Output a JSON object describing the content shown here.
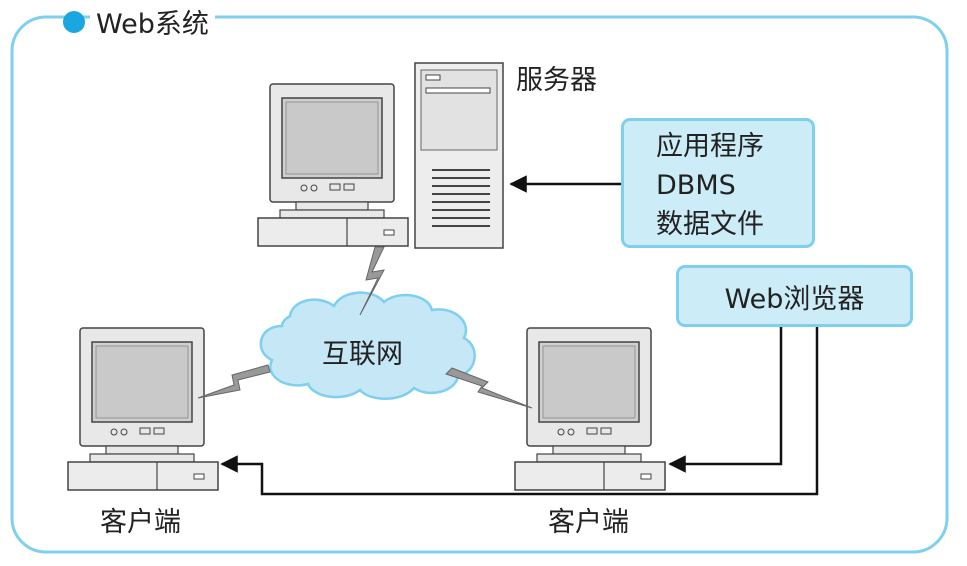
{
  "title": "Web系统",
  "server": {
    "label": "服务器"
  },
  "server_contents": [
    "应用程序",
    "DBMS",
    "数据文件"
  ],
  "browser": {
    "label": "Web浏览器"
  },
  "internet": {
    "label": "互联网"
  },
  "clients": [
    {
      "label": "客户端"
    },
    {
      "label": "客户端"
    }
  ],
  "colors": {
    "frame": "#7ed0ee",
    "box_fill": "#ccecf8",
    "box_border": "#7ed0ee",
    "cloud_fill": "#c5e7f6",
    "bullet": "#1aa6e0",
    "line": "#111111"
  }
}
